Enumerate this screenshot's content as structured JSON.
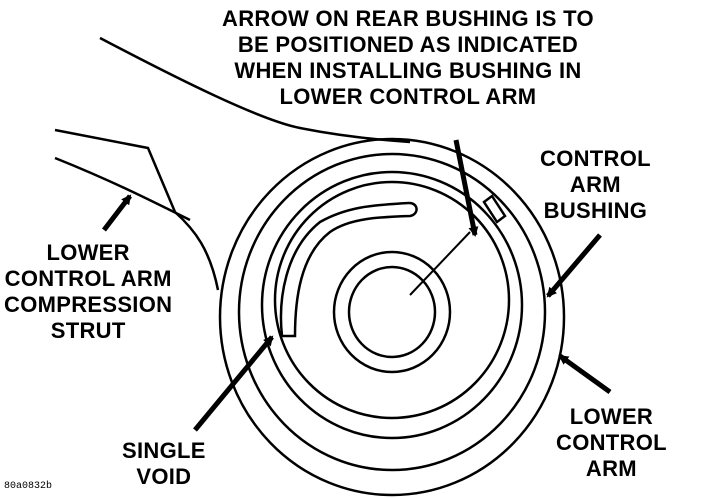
{
  "labels": {
    "arrow_note": [
      "ARROW ON REAR BUSHING IS TO",
      "BE POSITIONED AS INDICATED",
      "WHEN INSTALLING BUSHING IN",
      "LOWER CONTROL ARM"
    ],
    "control_arm_bushing": [
      "CONTROL",
      "ARM",
      "BUSHING"
    ],
    "compression_strut": [
      "LOWER",
      "CONTROL ARM",
      "COMPRESSION",
      "STRUT"
    ],
    "single_void": [
      "SINGLE",
      "VOID"
    ],
    "lower_control_arm": [
      "LOWER",
      "CONTROL",
      "ARM"
    ]
  },
  "figure_code": "80a0832b",
  "colors": {
    "ink": "#000000",
    "paper": "#ffffff"
  }
}
